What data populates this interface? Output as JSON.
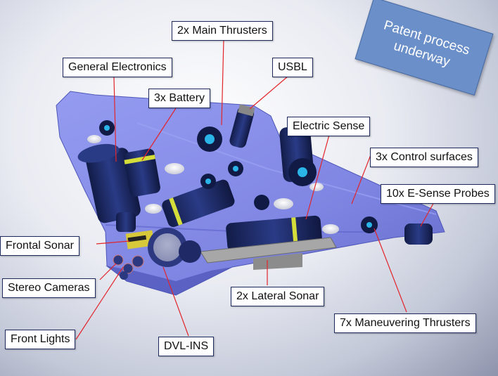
{
  "badge": {
    "line1": "Patent process",
    "line2": "underway"
  },
  "labels": {
    "main_thrusters": "2x Main Thrusters",
    "usbl": "USBL",
    "general_electronics": "General Electronics",
    "battery": "3x Battery",
    "electric_sense": "Electric Sense",
    "control_surfaces": "3x Control surfaces",
    "esense_probes": "10x E-Sense Probes",
    "frontal_sonar": "Frontal Sonar",
    "stereo_cameras": "Stereo Cameras",
    "lateral_sonar": "2x Lateral Sonar",
    "maneuvering_thrusters": "7x Maneuvering Thrusters",
    "front_lights": "Front Lights",
    "dvl_ins": "DVL-INS"
  },
  "colors": {
    "hull": "#6f78e8",
    "component": "#1e2d6b",
    "leader": "#e2242b",
    "badge": "#6b8fc9"
  }
}
